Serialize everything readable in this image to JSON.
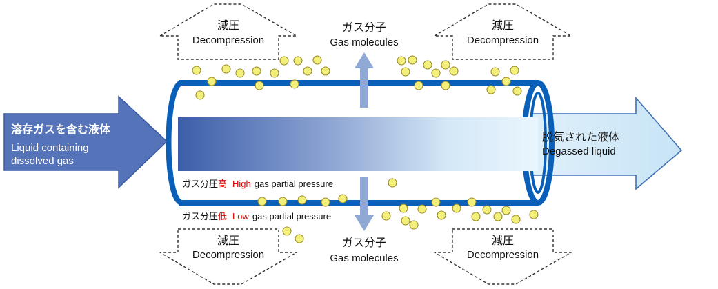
{
  "inlet": {
    "label_ja": "溶存ガスを含む液体",
    "label_en_1": "Liquid containing",
    "label_en_2": "dissolved gas"
  },
  "outlet": {
    "label_ja": "脱気された液体",
    "label_en": "Degassed liquid"
  },
  "decompression": {
    "label_ja": "減圧",
    "label_en": "Decompression"
  },
  "gas": {
    "label_ja": "ガス分子",
    "label_en": "Gas molecules"
  },
  "pressure_high": {
    "ja_prefix": "ガス分圧",
    "ja_level": "高",
    "en_level": "High",
    "en_suffix": "gas partial pressure"
  },
  "pressure_low": {
    "ja_prefix": "ガス分圧",
    "ja_level": "低",
    "en_level": "Low",
    "en_suffix": "gas partial pressure"
  },
  "colors": {
    "tube": "#0a60b8",
    "inlet_arrow": "#5573b8",
    "outlet_arrow": "#d6ecf8",
    "molecule": "#f2ef7a",
    "up_down_arrow": "#90a8d4",
    "level_red": "#e00000"
  }
}
